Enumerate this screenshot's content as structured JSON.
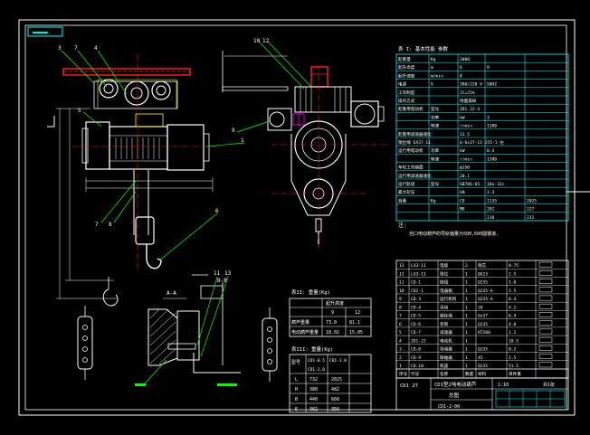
{
  "colors": {
    "background": "#000000",
    "frame": "#ffffff",
    "table": "#00ffff",
    "green": "#00ff00",
    "red": "#ff2020",
    "yellow": "#ffff00",
    "blue": "#2040ff",
    "magenta": "#ff00ff",
    "white": "#ffffff"
  },
  "label_badge": "▬▬▬▬",
  "leaders": {
    "front": [
      "3",
      "7",
      "4",
      "5",
      "1",
      "7",
      "8",
      "6"
    ],
    "side": [
      "10",
      "12",
      "9"
    ],
    "detail": [
      "11",
      "13"
    ]
  },
  "sections": {
    "aa": "A-A",
    "bb": "B-B"
  },
  "params_table": {
    "title": "表 I: 基本性能 参数",
    "rows": [
      [
        "起重量",
        "Kg",
        "2000"
      ],
      [
        "起升高度",
        "m",
        "6",
        "9"
      ],
      [
        "起升速度",
        "m/min",
        "8"
      ],
      [
        "电源",
        "V",
        "380/220 V",
        "50HZ"
      ],
      [
        "工作制度",
        "",
        "JC=25%"
      ],
      [
        "操作方式",
        "",
        "地面操纵"
      ],
      [
        "起重用电动机",
        "型号",
        "ZD1 22-4"
      ],
      [
        "",
        "功率",
        "kW",
        "3"
      ],
      [
        "",
        "转速",
        "r/min",
        "1380"
      ],
      [
        "起重用减速器速比",
        "",
        "31.5"
      ],
      [
        "钢丝绳 6X37-11",
        "",
        "6-6x37-11-155-1-左"
      ],
      [
        "运行用电动机",
        "功率",
        "kW",
        "0.4"
      ],
      [
        "",
        "转速",
        "r/min",
        "1380"
      ],
      [
        "车轮工作踏面",
        "",
        "ф150"
      ],
      [
        "运行用减速器速比",
        "",
        "20.1"
      ],
      [
        "运行轨道",
        "型号",
        "GB706-65",
        "16a-32c"
      ],
      [
        "最大轮压",
        "",
        "kN",
        "3.3"
      ],
      [
        "自重",
        "Kg",
        "CD",
        "1135",
        "2025"
      ],
      [
        "",
        "",
        "MD",
        "201",
        "227"
      ],
      [
        "",
        "",
        "",
        "210",
        "231"
      ]
    ]
  },
  "note": {
    "title": "注:",
    "text": "自口电动葫芦的导轨轴量为500,600圆钢滚."
  },
  "table2": {
    "title": "表II: 重量(Kg)",
    "head": [
      "起升高度",
      "9",
      "12"
    ],
    "rows": [
      [
        "葫芦重量",
        "73.0",
        "81.1"
      ],
      [
        "电动葫芦重量",
        "18.02",
        "15.05"
      ]
    ]
  },
  "table3": {
    "title": "表III: 重量(Kg)",
    "head": [
      "型号",
      "CD1-0.5",
      "CD1-1.0",
      "CD1-2.0"
    ],
    "rows": [
      [
        "L",
        "732",
        "2025"
      ],
      [
        "H",
        "380",
        "482"
      ],
      [
        "B",
        "440",
        "660"
      ],
      [
        "E",
        "382",
        "356"
      ]
    ]
  },
  "bom": {
    "rows": [
      [
        "13",
        "LX3-11",
        "电缆",
        "2",
        "铜芯",
        "0.75"
      ],
      [
        "12",
        "LX3-11",
        "限位",
        "1",
        "QX23",
        "2.5"
      ],
      [
        "11",
        "CD-1",
        "按钮",
        "1",
        "Q235",
        "1.0"
      ],
      [
        "10",
        "CD2-1",
        "电器箱",
        "1",
        "Q235-A",
        "3.5"
      ],
      [
        "9",
        "CD-3",
        "运行机构",
        "1",
        "Q235-A",
        "8.4"
      ],
      [
        "8",
        "CD-4",
        "吊钩",
        "1",
        "20",
        "4.2"
      ],
      [
        "7",
        "CD-5",
        "钢丝绳",
        "1",
        "6x37",
        "6.4"
      ],
      [
        "6",
        "CD-6",
        "卷筒",
        "1",
        "Q235",
        "4.0"
      ],
      [
        "5",
        "CD-7",
        "减速器",
        "1",
        "HT200",
        "1.2"
      ],
      [
        "4",
        "ZD1-22",
        "电动机",
        "1",
        "",
        "18.5"
      ],
      [
        "3",
        "CD-8",
        "导绳器",
        "1",
        "Q235",
        "0.2"
      ],
      [
        "2",
        "CD-9",
        "联轴器",
        "1",
        "45",
        "1.5"
      ],
      [
        "1",
        "CD-10",
        "机座",
        "1",
        "Q235",
        "51.5"
      ]
    ],
    "header": [
      "序号",
      "代号",
      "名称",
      "数量",
      "材料",
      "单件重"
    ]
  },
  "title_block": {
    "model": "CD1 2T",
    "name": "CD1型2吨电动葫芦",
    "subtitle": "总图",
    "scale": "1:10",
    "sheet": "共1张",
    "drawing_no": "CD1-2-00"
  }
}
